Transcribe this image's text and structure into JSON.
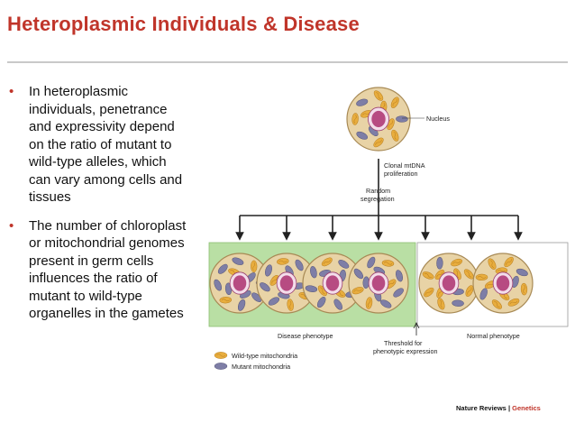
{
  "slide": {
    "title": "Heteroplasmic Individuals & Disease",
    "bullets": [
      "In heteroplasmic individuals, penetrance and expressivity depend on the ratio of mutant to wild-type alleles, which can vary among cells and tissues",
      "The number of chloroplast or mitochondrial genomes present in germ cells influences the ratio of mutant to wild-type organelles in the gametes"
    ],
    "bullet_glyph": "•"
  },
  "figure": {
    "labels": {
      "nucleus": "Nucleus",
      "clonal_line1": "Clonal mtDNA",
      "clonal_line2": "proliferation",
      "random_line1": "Random",
      "random_line2": "segregation",
      "disease": "Disease phenotype",
      "normal": "Normal phenotype",
      "threshold_line1": "Threshold for",
      "threshold_line2": "phenotypic expression"
    },
    "legend": {
      "wild_type": "Wild-type mitochondria",
      "mutant": "Mutant mitochondria"
    },
    "credit": {
      "journal": "Nature Reviews",
      "separator": " | ",
      "section": "Genetics"
    },
    "colors": {
      "title_red": "#c0352a",
      "cell_fill": "#e8d3a6",
      "wild_type": "#e8ad3e",
      "mutant": "#7e7ea6",
      "nucleus": "#b74b82",
      "disease_panel": "#b9dfa4"
    }
  }
}
